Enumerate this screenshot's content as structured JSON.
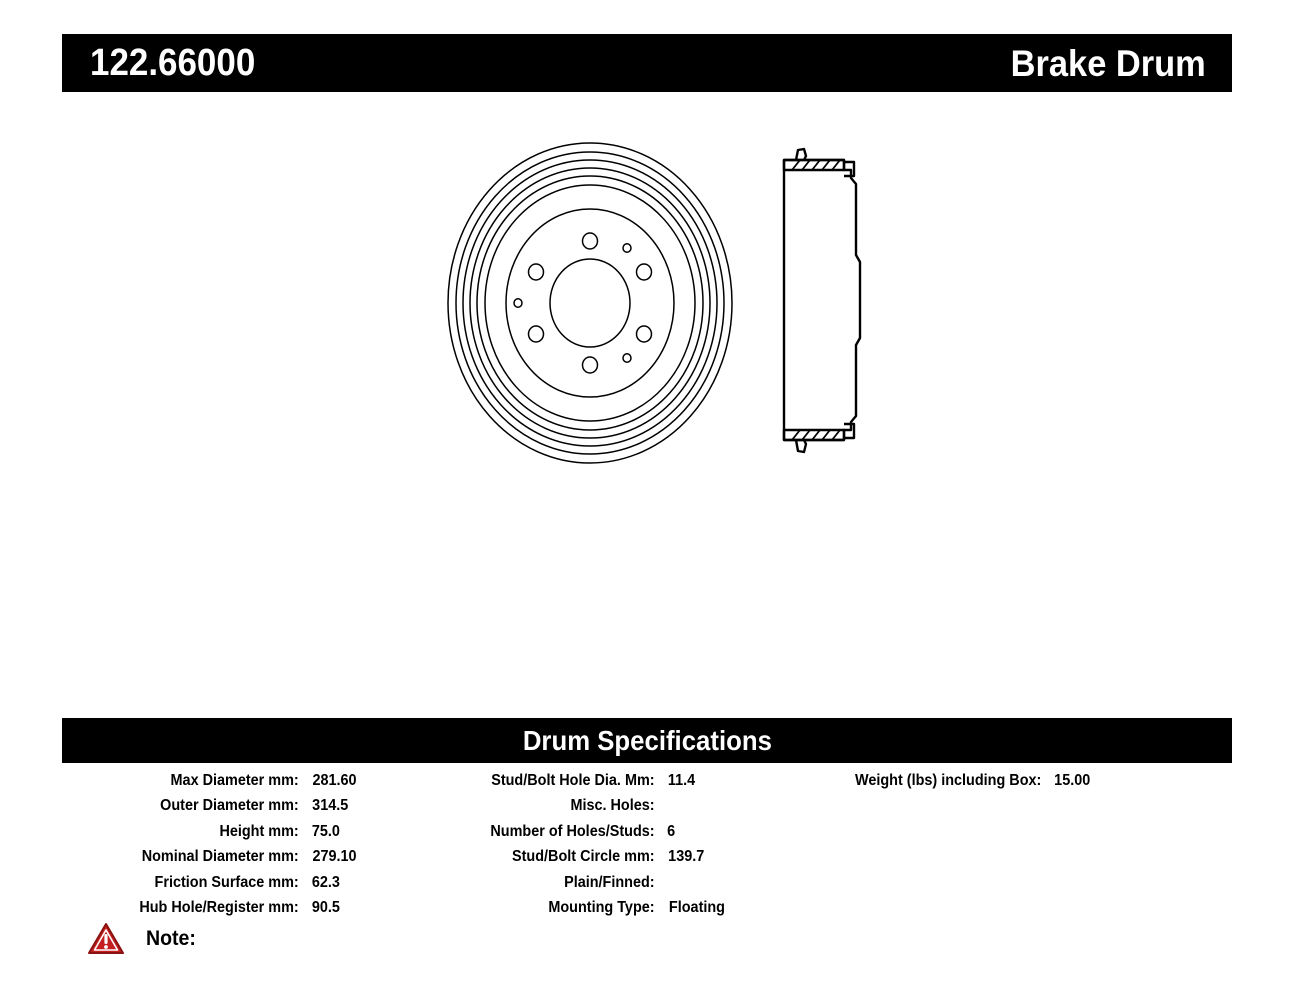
{
  "header": {
    "part_number": "122.66000",
    "part_type": "Brake Drum"
  },
  "illustration": {
    "front_view_name": "brake-drum-front-view",
    "side_view_name": "brake-drum-side-section-view",
    "ring_count": 7,
    "bolt_hole_count": 6,
    "small_hole_count": 3,
    "line_color": "#000000"
  },
  "specifications": {
    "section_title": "Drum Specifications",
    "columns": [
      {
        "rows": [
          {
            "label": "Max Diameter mm:",
            "value": "281.60"
          },
          {
            "label": "Outer Diameter mm:",
            "value": "314.5"
          },
          {
            "label": "Height mm:",
            "value": "75.0"
          },
          {
            "label": "Nominal Diameter mm:",
            "value": "279.10"
          },
          {
            "label": "Friction Surface mm:",
            "value": "62.3"
          },
          {
            "label": "Hub Hole/Register mm:",
            "value": "90.5"
          }
        ]
      },
      {
        "rows": [
          {
            "label": "Stud/Bolt Hole Dia. Mm:",
            "value": "11.4"
          },
          {
            "label": "Misc. Holes:",
            "value": ""
          },
          {
            "label": "Number of Holes/Studs:",
            "value": "6"
          },
          {
            "label": "Stud/Bolt Circle mm:",
            "value": "139.7"
          },
          {
            "label": "Plain/Finned:",
            "value": ""
          },
          {
            "label": "Mounting Type:",
            "value": "Floating"
          }
        ]
      },
      {
        "rows": [
          {
            "label": "Weight (lbs) including Box:",
            "value": "15.00"
          }
        ]
      }
    ]
  },
  "note": {
    "icon": "warning-triangle-icon",
    "label": "Note:",
    "text": "",
    "icon_color": "#C42020",
    "icon_dark_color": "#8B1212"
  },
  "colors": {
    "bar_background": "#000000",
    "bar_text": "#FFFFFF",
    "page_background": "#FFFFFF",
    "body_text": "#000000"
  }
}
